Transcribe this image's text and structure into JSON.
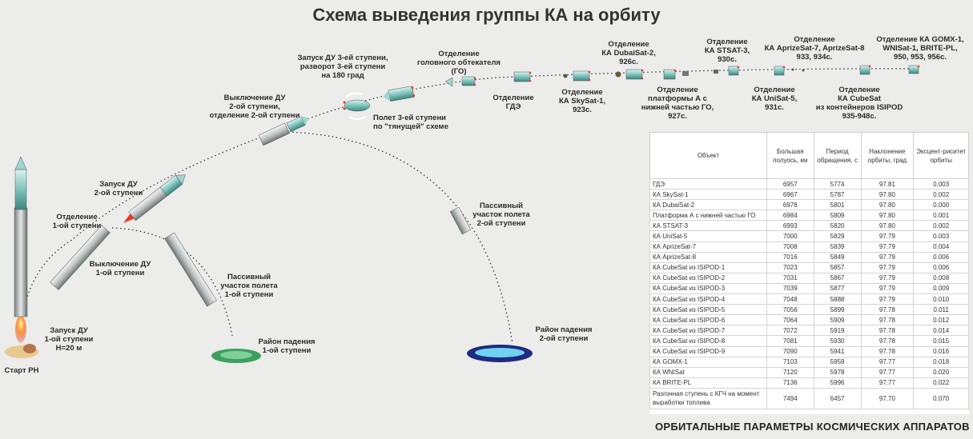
{
  "title": "Схема выведения группы КА на орбиту",
  "labels": {
    "start": "Старт РН",
    "launch_ignition": "Запуск ДУ\n1-ой ступени\nH=20 м",
    "stage1_sep": "Отделение\n1-ой ступени",
    "stage1_off": "Выключение ДУ\n1-ой ступени",
    "stage2_ignition": "Запуск ДУ\n2-ой ступени",
    "passive1": "Пассивный\nучасток полета\n1-ой ступени",
    "impact1": "Район падения\n1-ой ступени",
    "stage2_off": "Выключение ДУ\n2-ой ступени,\nотделение 2-ой ступени",
    "stage3_ignition": "Запуск ДУ 3-ей ступени,\nразворот 3-ей ступени\nна 180 град",
    "stage3_flight": "Полет 3-ей ступени\nпо \"тянущей\" схеме",
    "fairing_sep": "Отделение\nголовного обтекателя\n(ГО)",
    "gde_sep": "Отделение\nГДЭ",
    "skysat": "Отделение\nКА SkySat-1,\n923с.",
    "dubaisat": "Отделение\nКА DubaiSat-2,\n926с.",
    "platform": "Отделение\nплатформы А с\nнижней частью ГО,\n927с.",
    "stsat": "Отделение\nКА STSAT-3,\n930с.",
    "unisat": "Отделение\nКА UniSat-5,\n931с.",
    "aprizesat": "Отделение\nКА AprizeSat-7, AprizeSat-8\n933, 934с.",
    "cubesat": "Отделение\nКА CubeSat\nиз контейнеров ISIPOD\n935-948с.",
    "gomx": "Отделение КА GOMX-1,\nWNISat-1, BRITE-PL,\n950, 953, 956с.",
    "passive2": "Пассивный\nучасток полета\n2-ой ступени",
    "impact2": "Район падения\n2-ой ступени"
  },
  "table": {
    "headers": [
      "Объект",
      "Большая полуось, км",
      "Период обращения, с",
      "Наклонение орбиты, град",
      "Эксцент-риситет орбиты"
    ],
    "rows": [
      [
        "ГДЭ",
        "6957",
        "5774",
        "97.81",
        "0.003"
      ],
      [
        "КА SkySat-1",
        "6967",
        "5787",
        "97.80",
        "0.002"
      ],
      [
        "КА DubaiSat-2",
        "6978",
        "5801",
        "97.80",
        "0.000"
      ],
      [
        "Платформа А с нижней частью ГО",
        "6984",
        "5809",
        "97.80",
        "0.001"
      ],
      [
        "КА STSAT-3",
        "6993",
        "5820",
        "97.80",
        "0.002"
      ],
      [
        "КА UniSat-5",
        "7000",
        "5829",
        "97.79",
        "0.003"
      ],
      [
        "КА AprizeSat-7",
        "7008",
        "5839",
        "97.79",
        "0.004"
      ],
      [
        "КА AprizeSat-8",
        "7016",
        "5849",
        "97.79",
        "0.006"
      ],
      [
        "КА CubeSat из ISIPOD-1",
        "7023",
        "5857",
        "97.79",
        "0.006"
      ],
      [
        "КА CubeSat из ISIPOD-2",
        "7031",
        "5867",
        "97.79",
        "0.008"
      ],
      [
        "КА CubeSat из ISIPOD-3",
        "7039",
        "5877",
        "97.79",
        "0.009"
      ],
      [
        "КА CubeSat из ISIPOD-4",
        "7048",
        "5888",
        "97.79",
        "0.010"
      ],
      [
        "КА CubeSat из ISIPOD-5",
        "7056",
        "5899",
        "97.78",
        "0.011"
      ],
      [
        "КА CubeSat из ISIPOD-6",
        "7064",
        "5909",
        "97.78",
        "0.012"
      ],
      [
        "КА CubeSat из ISIPOD-7",
        "7072",
        "5919",
        "97.78",
        "0.014"
      ],
      [
        "КА CubeSat из ISIPOD-8",
        "7081",
        "5930",
        "97.78",
        "0.015"
      ],
      [
        "КА CubeSat из ISIPOD-9",
        "7090",
        "5941",
        "97.78",
        "0.016"
      ],
      [
        "КА GOMX-1",
        "7103",
        "5959",
        "97.77",
        "0.018"
      ],
      [
        "КА WNISat",
        "7120",
        "5978",
        "97.77",
        "0.020"
      ],
      [
        "КА BRITE-PL",
        "7136",
        "5996",
        "97.77",
        "0.022"
      ],
      [
        "Разгонная ступень с КГЧ на момент выработки топлива",
        "7494",
        "6457",
        "97.70",
        "0.070"
      ]
    ]
  },
  "footer": "ОРБИТАЛЬНЫЕ ПАРАМЕТРЫ КОСМИЧЕСКИХ АППАРАТОВ"
}
